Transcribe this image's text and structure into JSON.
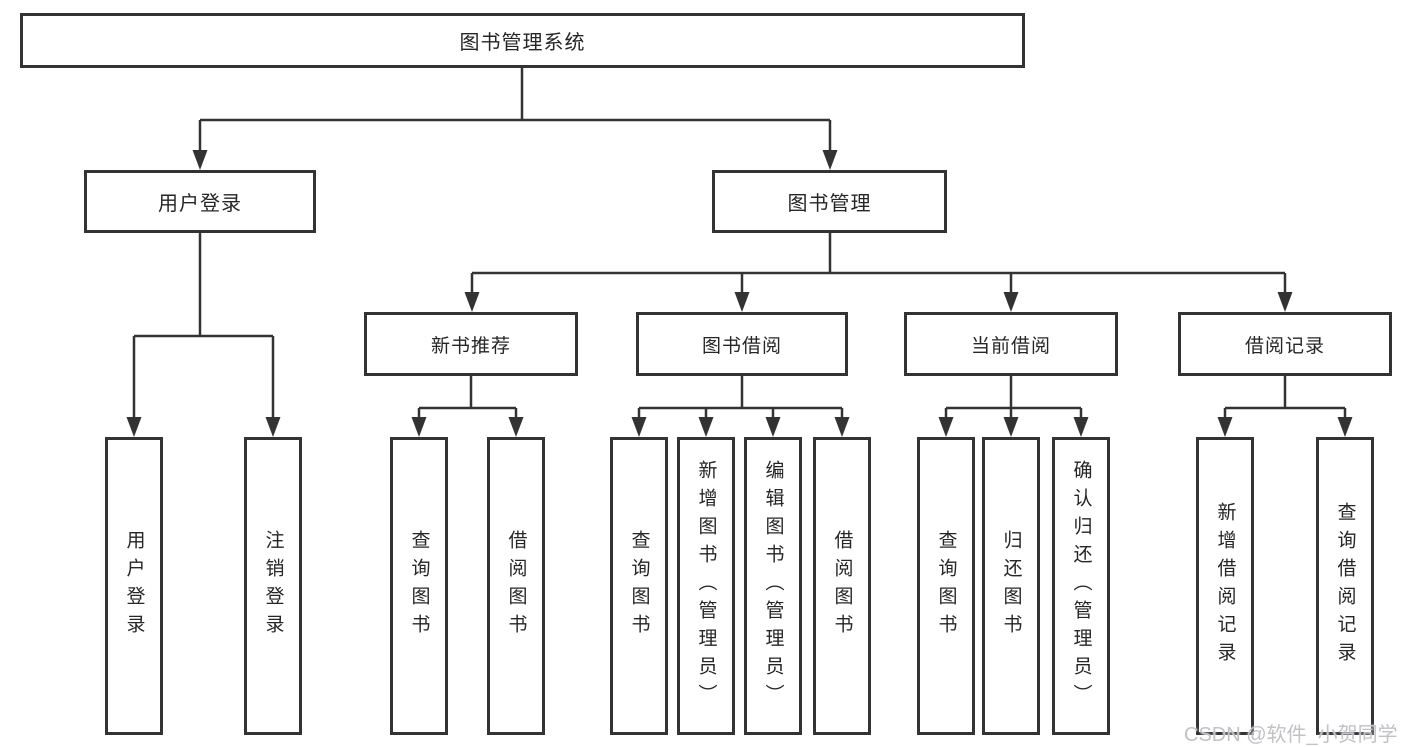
{
  "diagram_title": "图书管理系统",
  "tree": {
    "root": {
      "label": "图书管理系统"
    },
    "branches": [
      {
        "label": "用户登录",
        "children": [
          {
            "label": "用户登录"
          },
          {
            "label": "注销登录"
          }
        ]
      },
      {
        "label": "图书管理",
        "children": [
          {
            "label": "新书推荐",
            "children": [
              {
                "label": "查询图书"
              },
              {
                "label": "借阅图书"
              }
            ]
          },
          {
            "label": "图书借阅",
            "children": [
              {
                "label": "查询图书"
              },
              {
                "label": "新增图书（管理员）"
              },
              {
                "label": "编辑图书（管理员）"
              },
              {
                "label": "借阅图书"
              }
            ]
          },
          {
            "label": "当前借阅",
            "children": [
              {
                "label": "查询图书"
              },
              {
                "label": "归还图书"
              },
              {
                "label": "确认归还（管理员）"
              }
            ]
          },
          {
            "label": "借阅记录",
            "children": [
              {
                "label": "新增借阅记录"
              },
              {
                "label": "查询借阅记录"
              }
            ]
          }
        ]
      }
    ]
  },
  "watermark": "CSDN @软件_小贺同学",
  "colors": {
    "line": "#333333",
    "box_border": "#333333",
    "text": "#262626",
    "background": "#ffffff",
    "watermark": "#c2c2c6"
  }
}
